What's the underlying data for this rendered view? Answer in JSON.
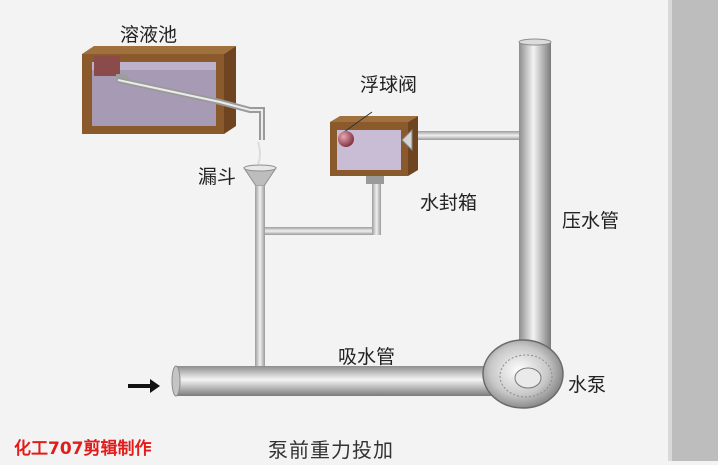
{
  "labels": {
    "tank": "溶液池",
    "float_valve": "浮球阀",
    "funnel": "漏斗",
    "seal_box": "水封箱",
    "pressure_pipe": "压水管",
    "suction_pipe": "吸水管",
    "pump": "水泵"
  },
  "watermark": "化工707剪辑制作",
  "caption": "泵前重力投加",
  "colors": {
    "tank_wall": "#8a5a2c",
    "tank_liquid": "#a69ab5",
    "seal_liquid": "#c9bdd6",
    "pipe": "#c9c9c9",
    "float_ball": "#b5616f",
    "watermark": "#e21b1b"
  }
}
